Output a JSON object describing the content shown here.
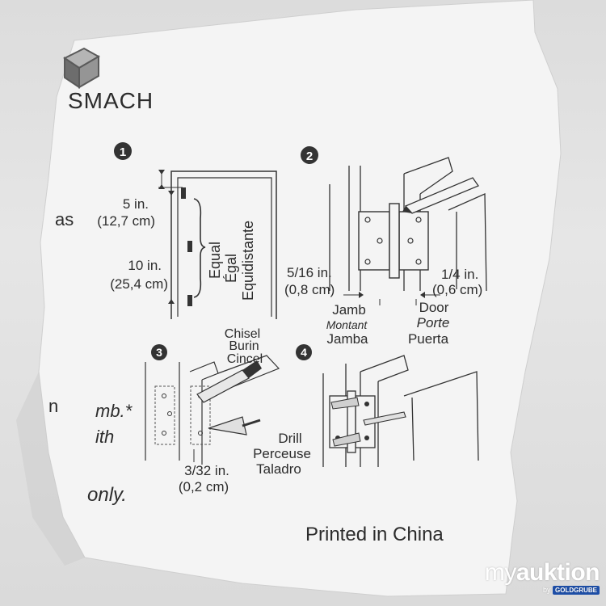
{
  "brand": {
    "partial_logo_text": "SMACH"
  },
  "margin_fragments": {
    "a": "as",
    "b": "mb.*",
    "c": "ith",
    "d": "only.",
    "e": "n"
  },
  "steps": [
    {
      "number": "1",
      "top_dim": {
        "imperial": "5 in.",
        "metric": "(12,7 cm)"
      },
      "mid_dim": {
        "imperial": "10 in.",
        "metric": "(25,4 cm)"
      },
      "equal_labels": [
        "Equal",
        "Égal",
        "Equidistante"
      ]
    },
    {
      "number": "2",
      "left_dim": {
        "imperial": "5/16 in.",
        "metric": "(0,8 cm)"
      },
      "right_dim": {
        "imperial": "1/4 in.",
        "metric": "(0,6 cm)"
      },
      "jamb_labels": [
        "Jamb",
        "Montant",
        "Jamba"
      ],
      "door_labels": [
        "Door",
        "Porte",
        "Puerta"
      ]
    },
    {
      "number": "3",
      "chisel_labels": [
        "Chisel",
        "Burin",
        "Cincel"
      ],
      "bottom_dim": {
        "imperial": "3/32 in.",
        "metric": "(0,2 cm)"
      }
    },
    {
      "number": "4",
      "drill_labels": [
        "Drill",
        "Perceuse",
        "Taladro"
      ]
    }
  ],
  "footer": {
    "printed_in": "Printed in China"
  },
  "watermark": {
    "brand_light": "my",
    "brand_bold": "auktion",
    "sub_prefix": "by",
    "sub_badge": "GOLDGRUBE"
  },
  "colors": {
    "paper": "#f4f4f4",
    "background": "#dedede",
    "ink": "#2c2c2c",
    "badge_blue": "#1e4fa8"
  }
}
